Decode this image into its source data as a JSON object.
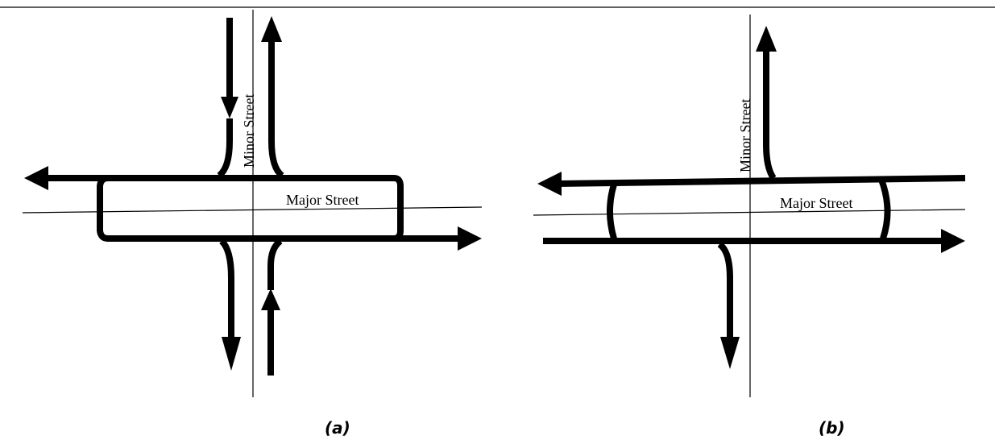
{
  "figure": {
    "panel_a": {
      "minor_label": "Minor Street",
      "major_label": "Major Street",
      "caption": "(a)"
    },
    "panel_b": {
      "minor_label": "Minor Street",
      "major_label": "Major Street",
      "caption": "(b)"
    }
  }
}
